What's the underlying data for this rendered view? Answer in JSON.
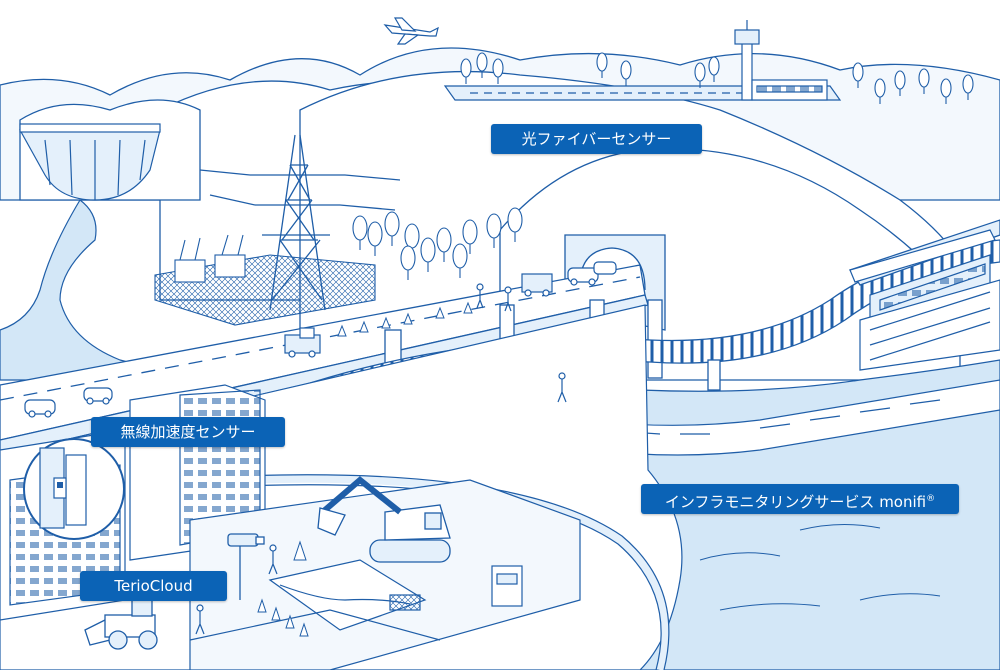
{
  "labels": {
    "fiber_sensor": "光ファイバーセンサー",
    "accel_sensor": "無線加速度センサー",
    "monifi": "インフラモニタリングサービス monifi",
    "monifi_mark": "®",
    "teriocloud": "TerioCloud"
  },
  "colors": {
    "line": "#1f5ea8",
    "fill_light": "#e4f0fb",
    "water": "#d3e7f7",
    "label_bg": "#0b63b6",
    "label_text": "#ffffff"
  },
  "icons": [
    "airplane-icon",
    "control-tower-icon",
    "dam-icon",
    "power-tower-icon",
    "substation-icon",
    "tunnel-icon",
    "train-icon",
    "drone-icon",
    "boat-icon",
    "excavator-icon",
    "wheel-loader-icon",
    "security-camera-icon",
    "traffic-cone-icon",
    "tree-icon",
    "car-icon",
    "truck-icon",
    "building-icon",
    "sensor-device-icon"
  ]
}
